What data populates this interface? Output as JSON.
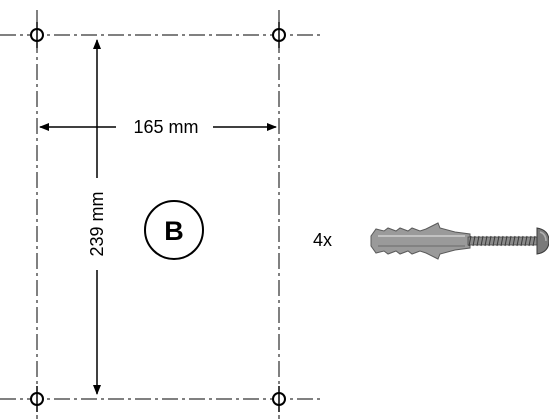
{
  "diagram": {
    "width_label": "165 mm",
    "height_label": "239 mm",
    "template_letter": "B",
    "quantity_label": "4x",
    "parts": {
      "holes": [
        "top-left",
        "top-right",
        "bottom-left",
        "bottom-right"
      ],
      "fastener": "wall-plug-with-screw"
    }
  },
  "colors": {
    "line": "#000000",
    "plug": "#9a9a9a",
    "screw": "#6e6e6e"
  }
}
